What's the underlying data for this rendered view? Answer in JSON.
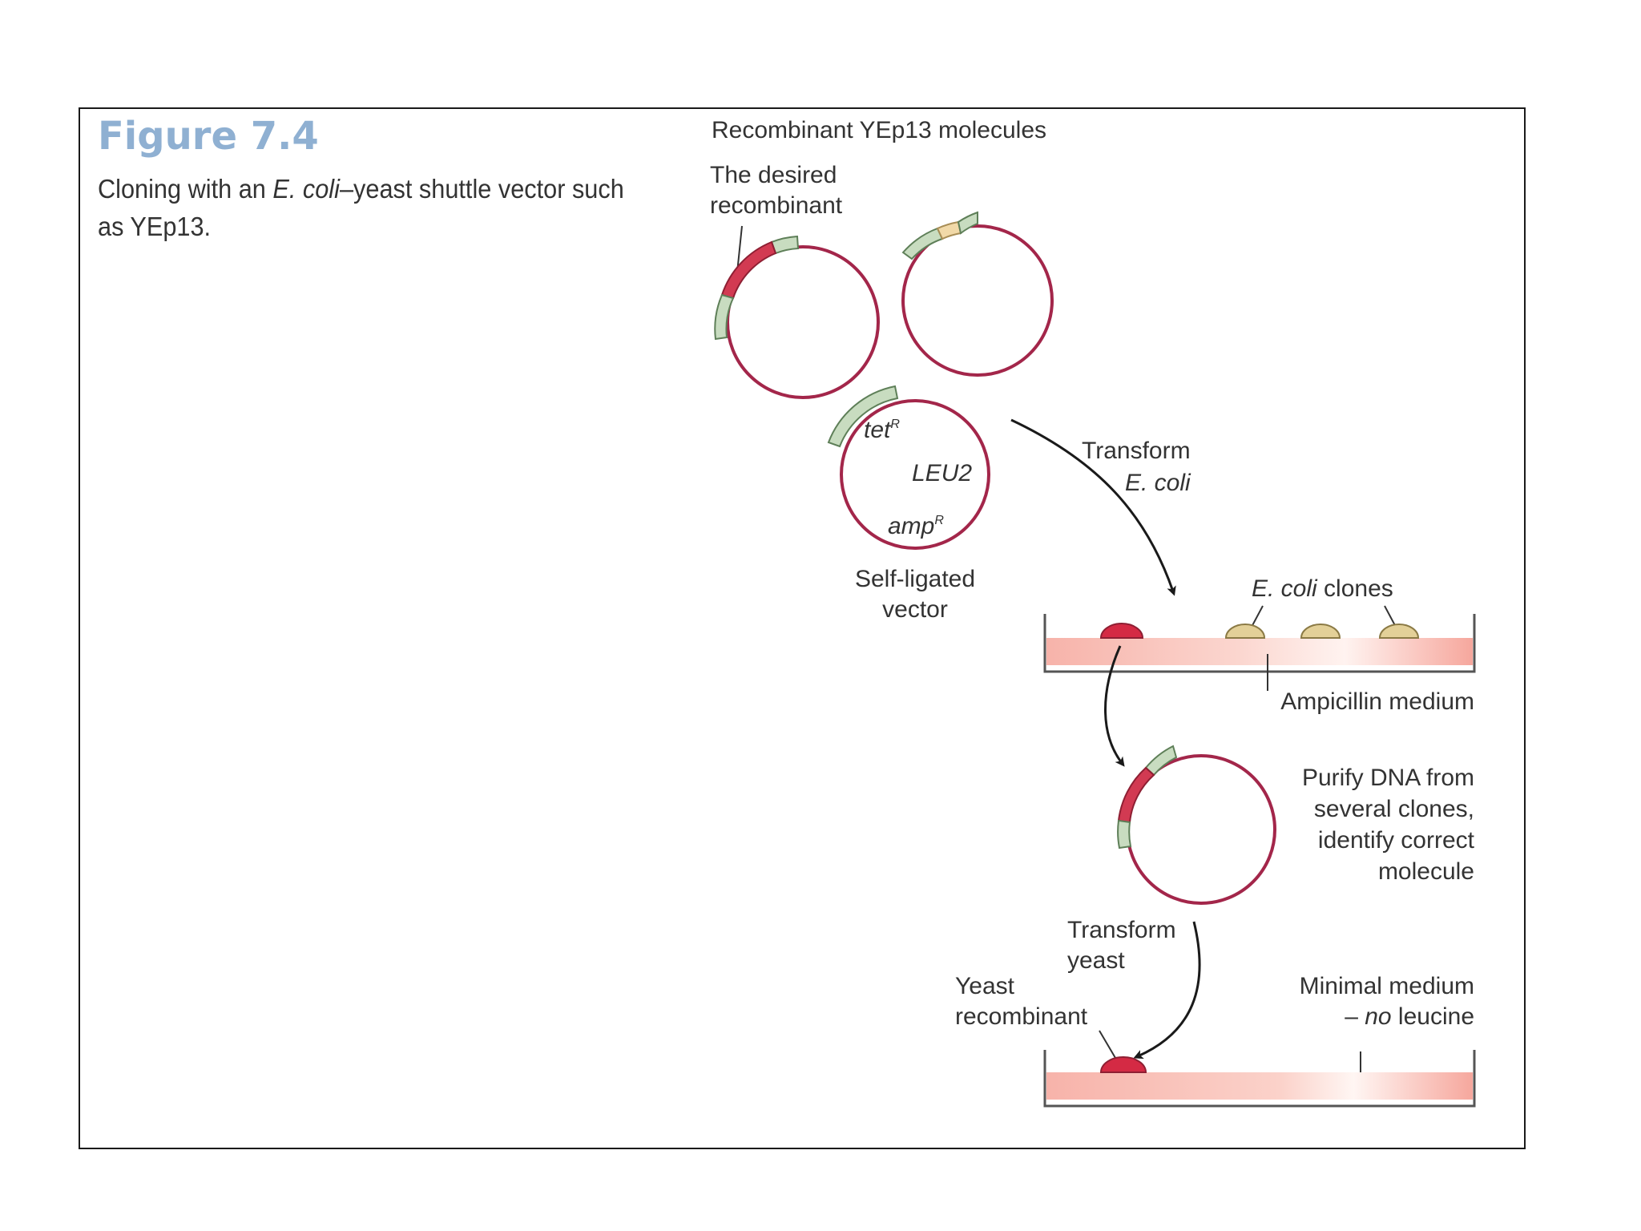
{
  "figure": {
    "title": "Figure 7.4",
    "caption_pre": "Cloning with an ",
    "caption_italic": "E. coli",
    "caption_post": "–yeast shuttle vector such as YEp13."
  },
  "labels": {
    "recombinant_molecules": "Recombinant YEp13 molecules",
    "desired_line1": "The desired",
    "desired_line2": "recombinant",
    "tet": "tet",
    "leu2": "LEU2",
    "amp": "amp",
    "resistance_sup": "R",
    "self_ligated_line1": "Self-ligated",
    "self_ligated_line2": "vector",
    "transform_ecoli_line1": "Transform",
    "transform_ecoli_line2": "E. coli",
    "ecoli_clones_italic": "E. coli",
    "ecoli_clones_rest": " clones",
    "ampicillin_medium": "Ampicillin medium",
    "purify_line1": "Purify DNA from",
    "purify_line2": "several clones,",
    "purify_line3": "identify correct",
    "purify_line4": "molecule",
    "transform_yeast_line1": "Transform",
    "transform_yeast_line2": "yeast",
    "yeast_recombinant_line1": "Yeast",
    "yeast_recombinant_line2": "recombinant",
    "minimal_line1": "Minimal medium",
    "minimal_dash": "– ",
    "minimal_no": "no",
    "minimal_rest": " leucine"
  },
  "colors": {
    "plasmid_ring": "#a3264a",
    "marker_green": "#c8dcc0",
    "marker_green_stroke": "#5e7f58",
    "insert_red": "#d23a52",
    "insert_yellow": "#f1d9a8",
    "medium_pink": "#f5b0a8",
    "medium_white": "#fff6f3",
    "colony_red": "#d42a44",
    "colony_tan": "#e3d098",
    "title_blue": "#8fb0d2",
    "arrow": "#1a1a1a"
  }
}
